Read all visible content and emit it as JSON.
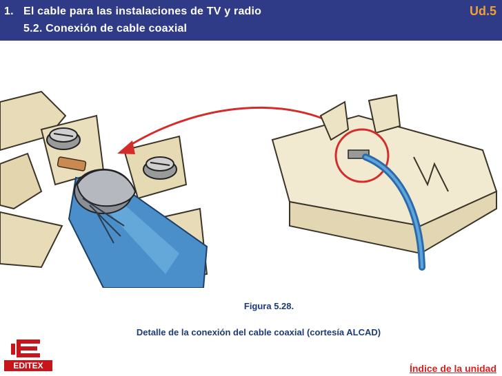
{
  "header": {
    "title_number": "1.",
    "title_text": "El cable para las instalaciones de TV y radio",
    "subtitle": "5.2. Conexión de cable coaxial",
    "unit_label": "Ud.5"
  },
  "figure": {
    "caption_title": "Figura 5.28.",
    "caption_description": "Detalle de la conexión del cable coaxial (cortesía ALCAD)"
  },
  "footer": {
    "logo_text": "EDITEX",
    "index_link": "Índice de la unidad"
  },
  "colors": {
    "header_bg": "#2f3b86",
    "accent_orange": "#f2a033",
    "caption_blue": "#1a3b74",
    "link_red": "#d91f1f",
    "logo_red": "#c8151b"
  }
}
